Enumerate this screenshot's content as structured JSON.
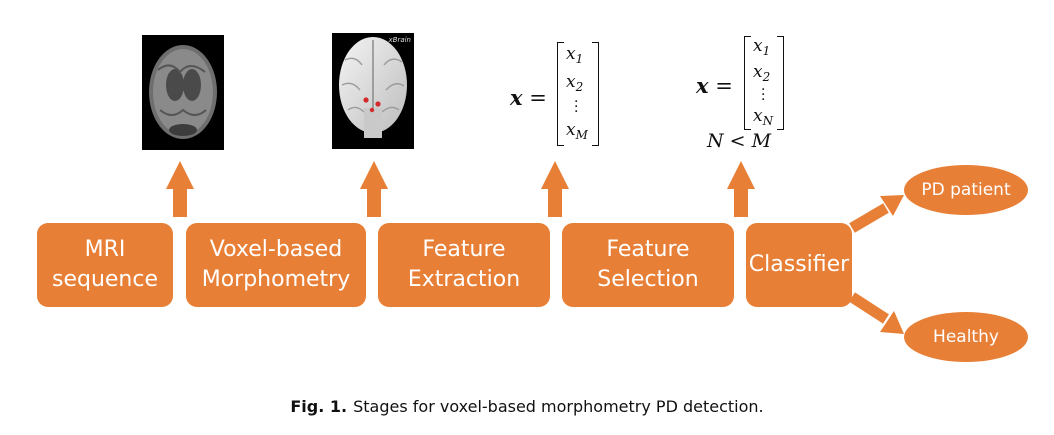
{
  "stages": [
    {
      "line1": "MRI",
      "line2": "sequence"
    },
    {
      "line1": "Voxel-based",
      "line2": "Morphometry"
    },
    {
      "line1": "Feature",
      "line2": "Extraction"
    },
    {
      "line1": "Feature",
      "line2": "Selection"
    },
    {
      "line1": "Classifier"
    }
  ],
  "outputs": {
    "pd_patient": "PD patient",
    "healthy": "Healthy"
  },
  "images": {
    "mri": "MRI axial brain slice",
    "vbm": "3D brain render with highlighted regions",
    "vbm_corner_text": "xBrain"
  },
  "extraction_vector": {
    "lhs": "x",
    "equals": "=",
    "entries": [
      "x",
      "x",
      "x"
    ],
    "subscripts": [
      "1",
      "2",
      "M"
    ]
  },
  "selection_vector": {
    "lhs": "x",
    "equals": "=",
    "entries": [
      "x",
      "x",
      "x"
    ],
    "subscripts": [
      "1",
      "2",
      "N"
    ],
    "constraint": "N < M"
  },
  "caption": {
    "label": "Fig. 1.",
    "text": "Stages for voxel-based morphometry PD detection."
  },
  "colors": {
    "stage_fill": "#e87f36",
    "text_on_stage": "#ffffff"
  }
}
